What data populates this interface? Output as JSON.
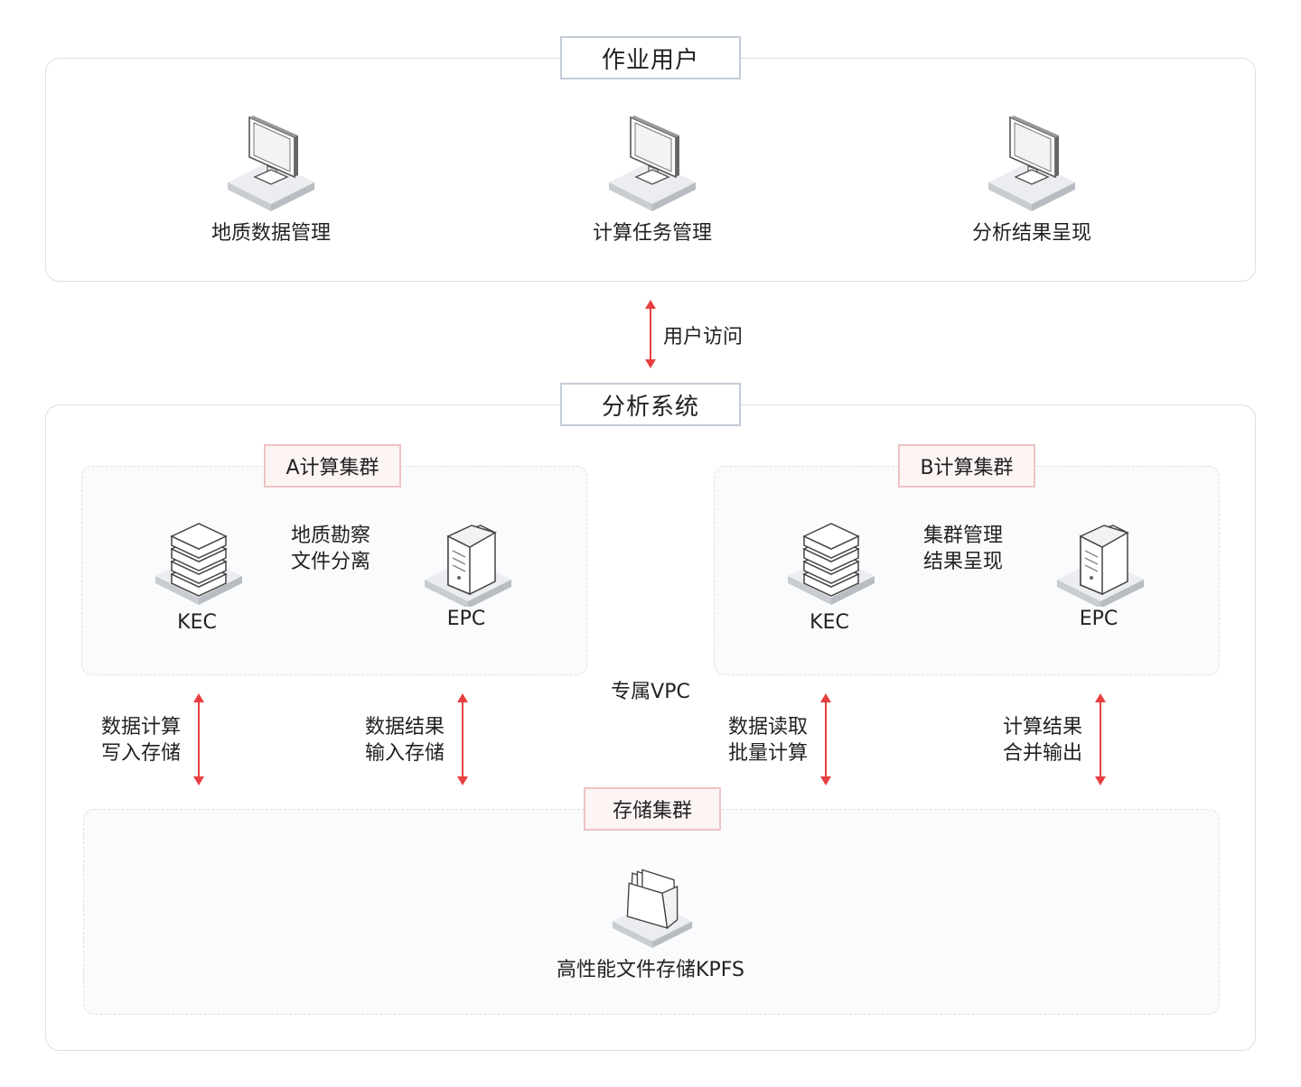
{
  "user_section": {
    "title": "作业用户",
    "items": [
      {
        "label": "地质数据管理",
        "icon": "monitor-icon"
      },
      {
        "label": "计算任务管理",
        "icon": "monitor-icon"
      },
      {
        "label": "分析结果呈现",
        "icon": "monitor-icon"
      }
    ]
  },
  "access_link": {
    "label": "用户访问"
  },
  "analysis_section": {
    "title": "分析系统",
    "vpc_label": "专属VPC",
    "cluster_a": {
      "title": "A计算集群",
      "desc": [
        "地质勘察",
        "文件分离"
      ],
      "kec_label": "KEC",
      "epc_label": "EPC"
    },
    "cluster_b": {
      "title": "B计算集群",
      "desc": [
        "集群管理",
        "结果呈现"
      ],
      "kec_label": "KEC",
      "epc_label": "EPC"
    },
    "links": [
      {
        "lines": [
          "数据计算",
          "写入存储"
        ]
      },
      {
        "lines": [
          "数据结果",
          "输入存储"
        ]
      },
      {
        "lines": [
          "数据读取",
          "批量计算"
        ]
      },
      {
        "lines": [
          "计算结果",
          "合并输出"
        ]
      }
    ],
    "storage": {
      "title": "存储集群",
      "label": "高性能文件存储KPFS",
      "icon": "folder-icon"
    }
  },
  "colors": {
    "arrow": "#e84040",
    "panel_border": "#dcdfe3",
    "title_border": "#c3ccd6",
    "red_title_border": "#eec3c3"
  }
}
